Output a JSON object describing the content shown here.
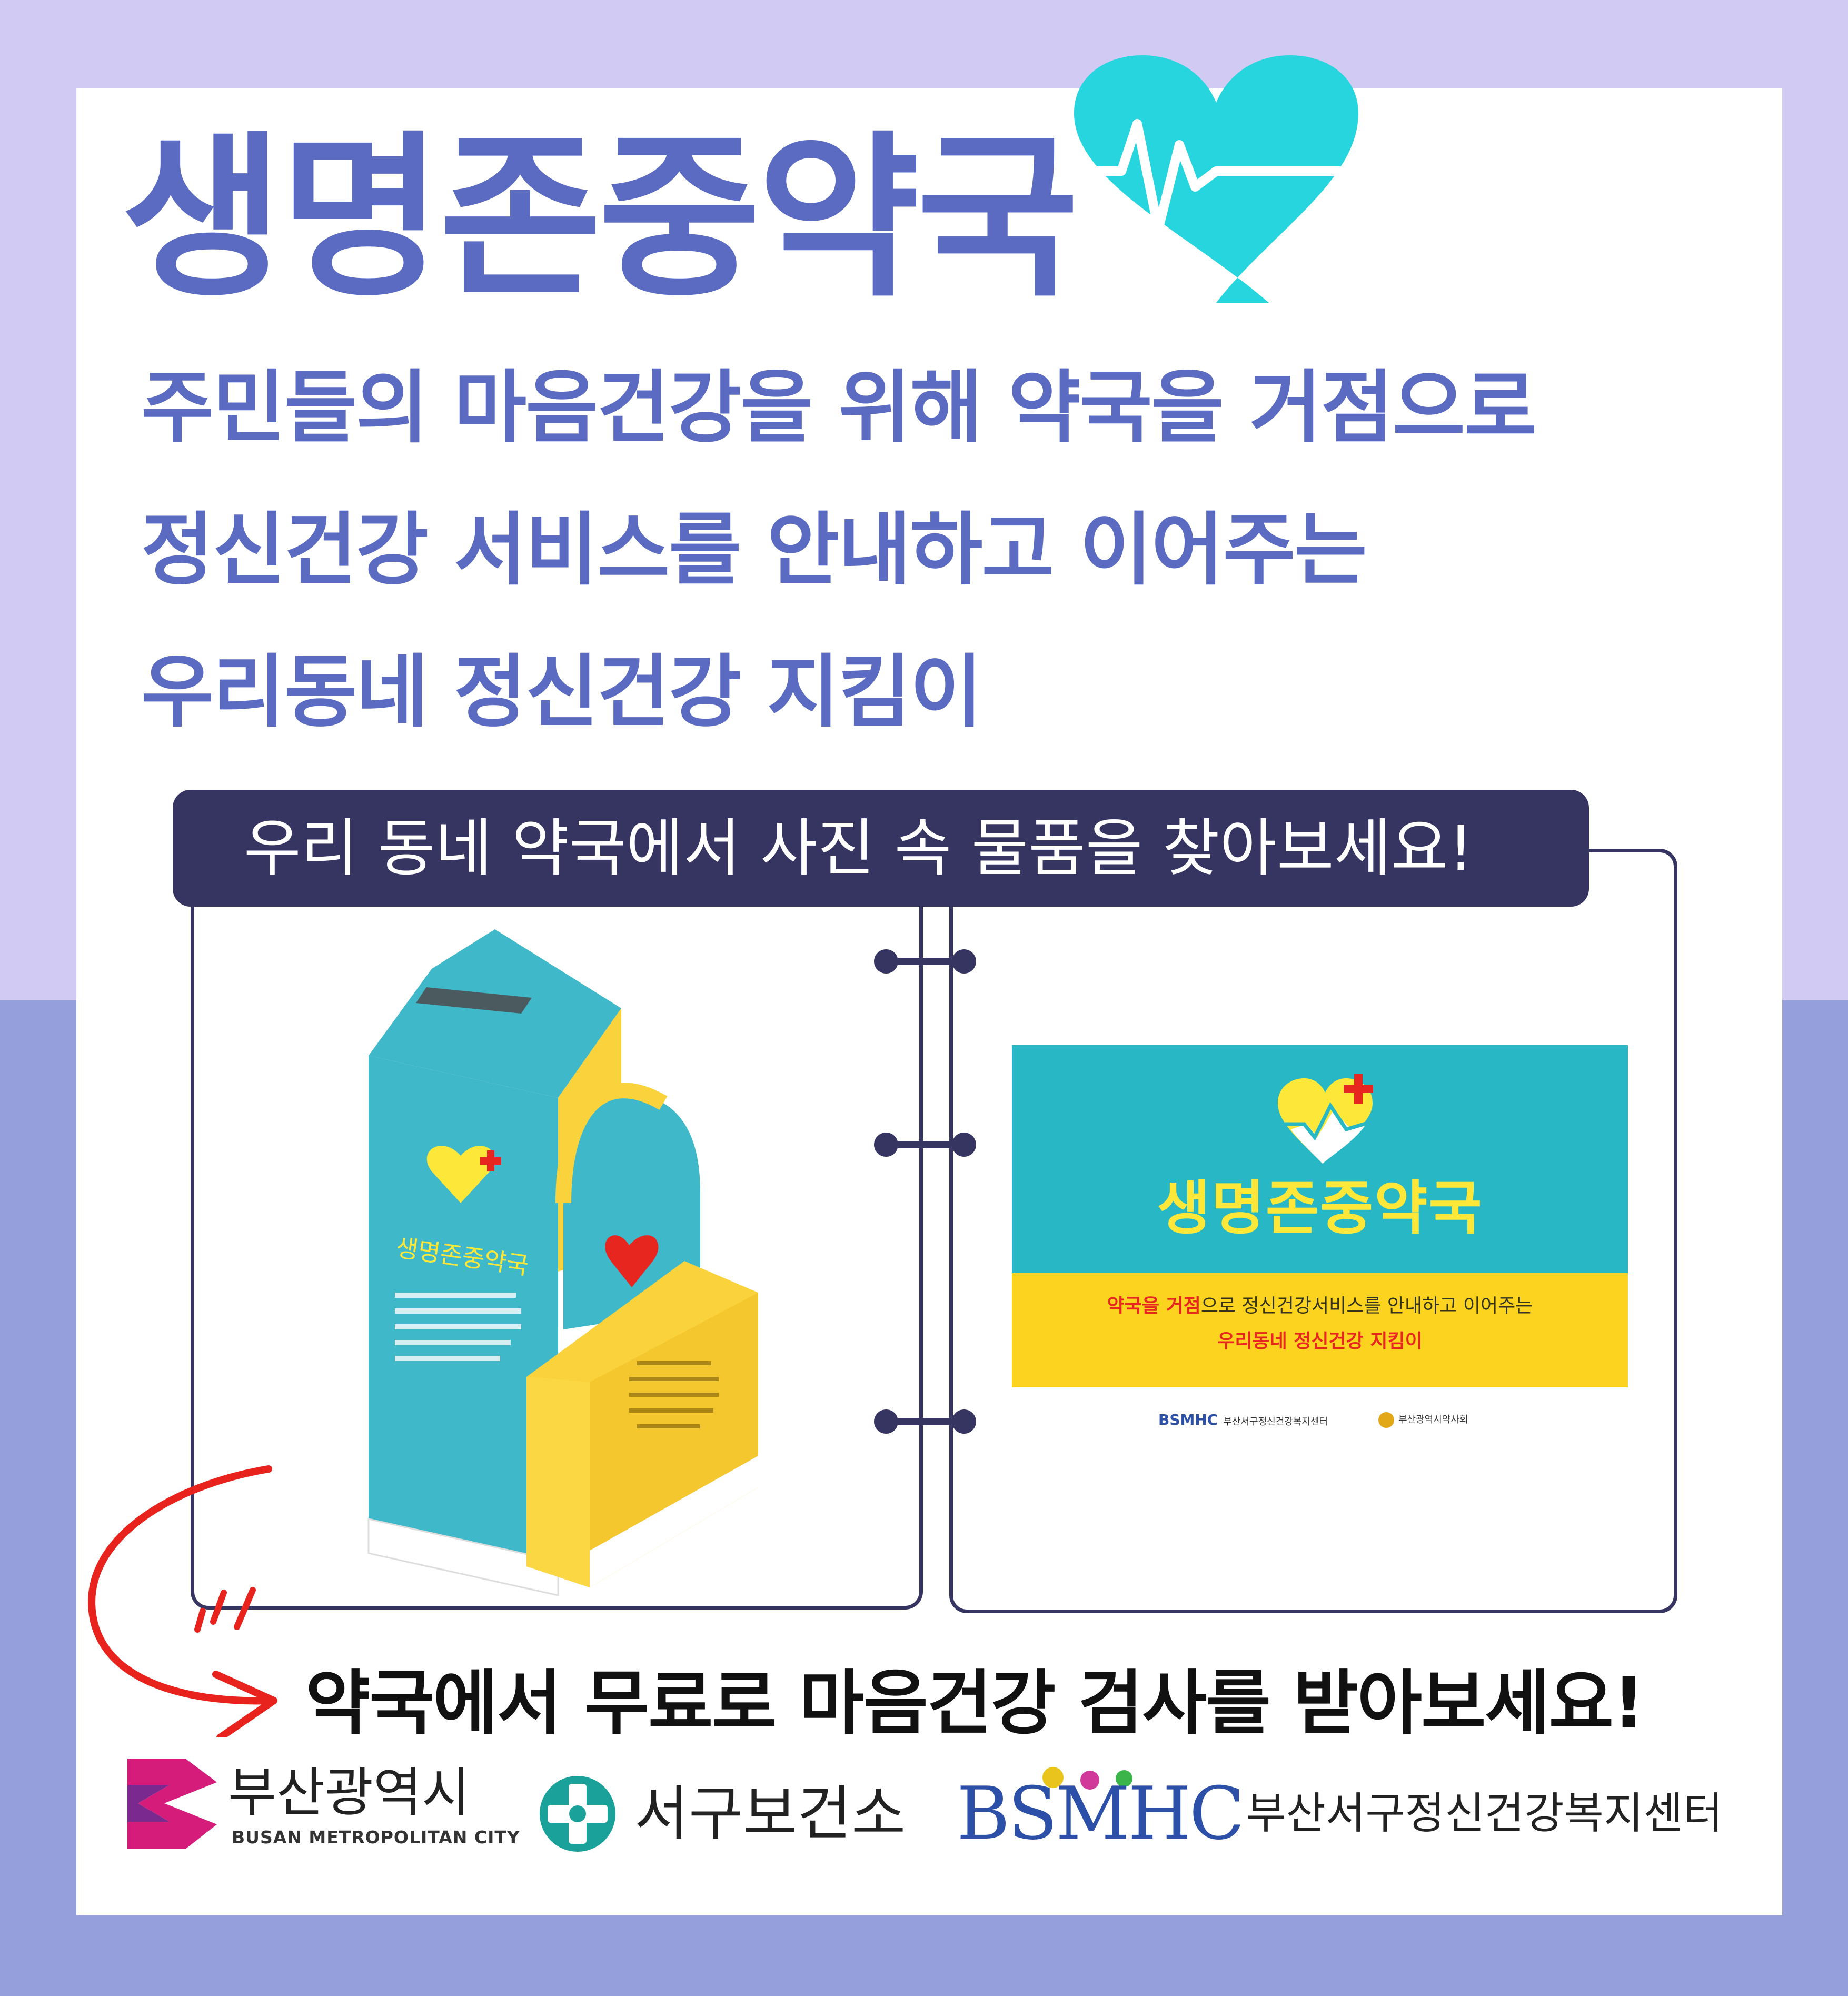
{
  "title": "생명존중약국",
  "subtitle": [
    "주민들의 마음건강을 위해 약국을 거점으로",
    "정신건강 서비스를 안내하고 이어주는",
    "우리동네 정신건강 지킴이"
  ],
  "banner": "우리 동네 약국에서 사진 속 물품을 찾아보세요!",
  "sign": {
    "title": "생명존중약국",
    "line1_highlight": "약국을 거점",
    "line1_rest": "으로 정신건강서비스를 안내하고 이어주는",
    "line2": "우리동네 정신건강 지킴이",
    "logo_a": "BSMHC",
    "logo_a_name": "부산서구정신건강복지센터",
    "logo_b_name": "부산광역시약사회"
  },
  "cta": "약국에서 무료로 마음건강 검사를 받아보세요!",
  "logos": {
    "busan_name": "부산광역시",
    "busan_sub": "BUSAN METROPOLITAN CITY",
    "seogu_name": "서구보건소",
    "bsmhc_mark": "BSMHC",
    "bsmhc_name": "부산서구정신건강복지센터"
  },
  "colors": {
    "title": "#5b6bc2",
    "banner": "#363562",
    "heart": "#27d5de",
    "bg_top": "#d1caf2",
    "bg_bottom": "#949fdb",
    "sign_teal": "#28b7c4",
    "sign_yellow": "#fcd41f",
    "arrow": "#e8231d"
  },
  "icons": [
    "heartbeat-heart-icon",
    "heart-plus-icon",
    "curved-arrow-icon",
    "busan-logo-icon",
    "seogu-health-logo-icon"
  ]
}
